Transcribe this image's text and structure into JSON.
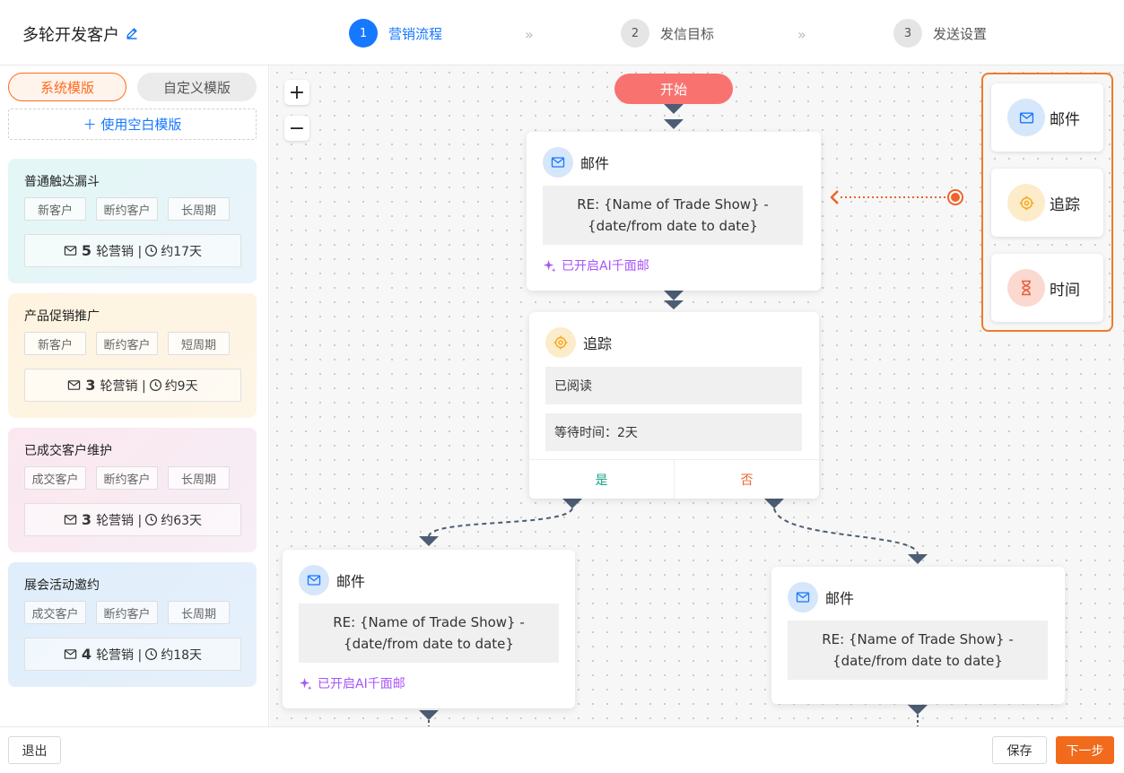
{
  "header": {
    "title": "多轮开发客户",
    "steps": [
      {
        "num": "1",
        "label": "营销流程"
      },
      {
        "num": "2",
        "label": "发信目标"
      },
      {
        "num": "3",
        "label": "发送设置"
      }
    ],
    "step_separator": "»"
  },
  "sidebar": {
    "tabs": {
      "system": "系统模版",
      "custom": "自定义模版"
    },
    "blank_template": "＋ 使用空白模版",
    "templates": [
      {
        "name": "普通触达漏斗",
        "tags": [
          "新客户",
          "断约客户",
          "长周期"
        ],
        "rounds": "5",
        "rounds_suffix": "轮营销 |",
        "duration": "约17天"
      },
      {
        "name": "产品促销推广",
        "tags": [
          "新客户",
          "断约客户",
          "短周期"
        ],
        "rounds": "3",
        "rounds_suffix": "轮营销 |",
        "duration": "约9天"
      },
      {
        "name": "已成交客户维护",
        "tags": [
          "成交客户",
          "断约客户",
          "长周期"
        ],
        "rounds": "3",
        "rounds_suffix": "轮营销 |",
        "duration": "约63天"
      },
      {
        "name": "展会活动邀约",
        "tags": [
          "成交客户",
          "断约客户",
          "长周期"
        ],
        "rounds": "4",
        "rounds_suffix": "轮营销 |",
        "duration": "约18天"
      }
    ]
  },
  "canvas": {
    "zoom_in": "+",
    "zoom_out": "−",
    "start": "开始",
    "nodes": {
      "mail_top": {
        "title": "邮件",
        "subject_line1": "RE: {Name of Trade Show} -",
        "subject_line2": "{date/from date to date}",
        "ai": "已开启AI千面邮"
      },
      "track": {
        "title": "追踪",
        "condition": "已阅读",
        "wait": "等待时间：2天",
        "yes": "是",
        "no": "否"
      },
      "mail_left": {
        "title": "邮件",
        "subject_line1": "RE: {Name of Trade Show} -",
        "subject_line2": "{date/from date to date}",
        "ai": "已开启AI千面邮"
      },
      "mail_right": {
        "title": "邮件",
        "subject_line1": "RE: {Name of Trade Show} -",
        "subject_line2": "{date/from date to date}"
      }
    },
    "palette": [
      {
        "label": "邮件",
        "icon": "mail-icon"
      },
      {
        "label": "追踪",
        "icon": "target-icon"
      },
      {
        "label": "时间",
        "icon": "hourglass-icon"
      }
    ]
  },
  "footer": {
    "exit": "退出",
    "save": "保存",
    "next": "下一步"
  },
  "colors": {
    "primary": "#1677ff",
    "accent": "#f26a1b",
    "start": "#f87370",
    "ai": "#a855f7"
  }
}
